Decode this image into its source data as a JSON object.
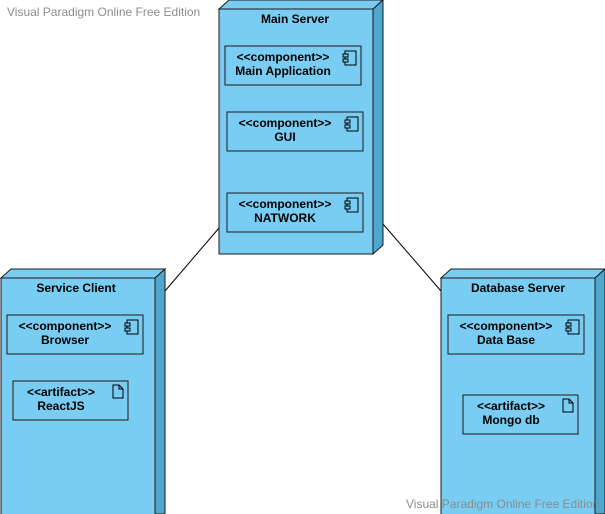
{
  "watermark": {
    "top_left": "Visual Paradigm Online Free Edition",
    "bottom_right": "Visual Paradigm Online Free Edition"
  },
  "colors": {
    "node_fill": "#79CDF2",
    "node_dark": "#4FA7CF",
    "node_stroke": "#1A1A1A",
    "box_fill": "#79CDF2"
  },
  "nodes": {
    "main_server": {
      "title": "Main Server",
      "items": [
        {
          "stereotype": "<<component>>",
          "name": "Main Application",
          "icon": "component-icon"
        },
        {
          "stereotype": "<<component>>",
          "name": "GUI",
          "icon": "component-icon"
        },
        {
          "stereotype": "<<component>>",
          "name": "NATWORK",
          "icon": "component-icon"
        }
      ]
    },
    "service_client": {
      "title": "Service Client",
      "items": [
        {
          "stereotype": "<<component>>",
          "name": "Browser",
          "icon": "component-icon"
        },
        {
          "stereotype": "<<artifact>>",
          "name": "ReactJS",
          "icon": "artifact-icon"
        }
      ]
    },
    "database_server": {
      "title": "Database Server",
      "items": [
        {
          "stereotype": "<<component>>",
          "name": "Data Base",
          "icon": "component-icon"
        },
        {
          "stereotype": "<<artifact>>",
          "name": "Mongo db",
          "icon": "artifact-icon"
        }
      ]
    }
  }
}
